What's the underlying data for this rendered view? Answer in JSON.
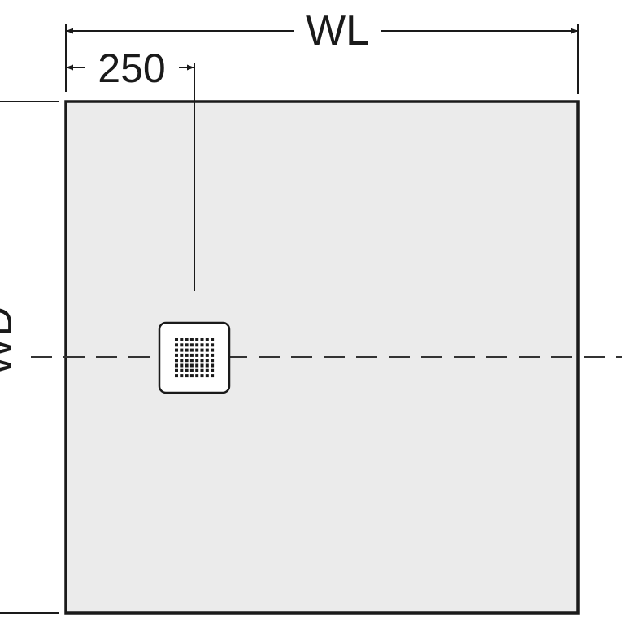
{
  "dimensions": {
    "width_label": "WL",
    "drain_offset_label": "250",
    "depth_label": "WD"
  },
  "colors": {
    "tray_fill": "#ebebeb",
    "line": "#1a1a1a",
    "drain_fill": "#ffffff",
    "background": "#ffffff"
  },
  "icons": {
    "drain": "square-drain-grate-icon"
  }
}
